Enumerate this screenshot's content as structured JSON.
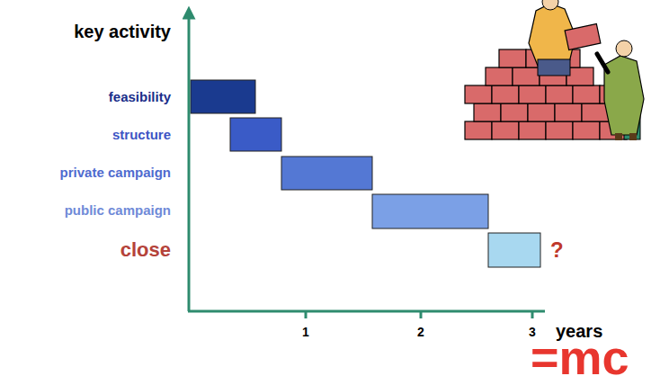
{
  "diagram": {
    "labels": [
      "key activity",
      "feasibility",
      "structure",
      "private campaign",
      "public campaign",
      "close",
      "?",
      "1",
      "2",
      "3",
      "years",
      "=mc"
    ]
  }
}
